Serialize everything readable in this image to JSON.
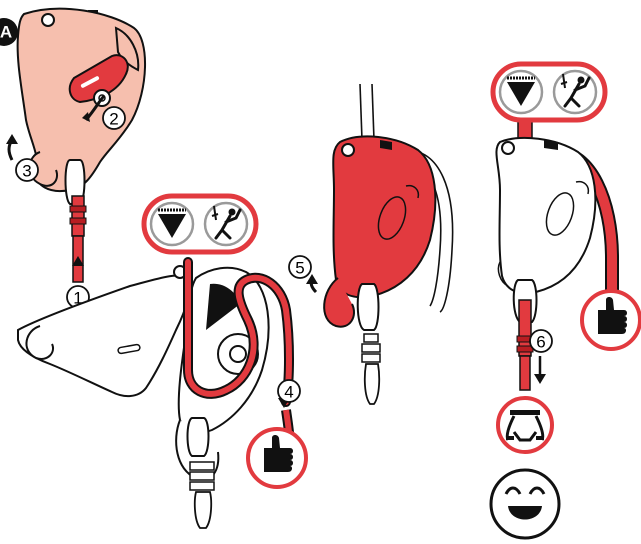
{
  "panel_label": "A",
  "step_labels": [
    "1",
    "2",
    "3",
    "4",
    "5",
    "6"
  ],
  "icons": [
    "lower-triangle-icon",
    "climber-icon",
    "thumb-up-icon",
    "harness-icon",
    "smiley-icon"
  ],
  "colors": {
    "red": "#e23a3f",
    "light_red": "#f6bfae",
    "dark_red": "#b81d22",
    "outline": "#111111",
    "device_fill": "#ffffff",
    "grey_ring": "#9a9a9a"
  }
}
